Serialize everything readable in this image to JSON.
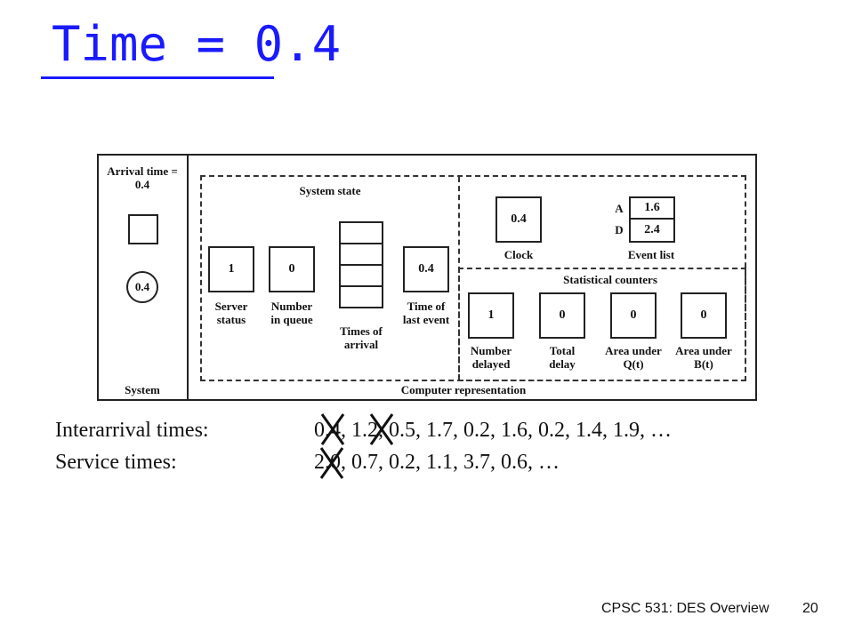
{
  "slide": {
    "title": "Time = 0.4",
    "footer_course": "CPSC 531: DES Overview",
    "page_number": "20"
  },
  "diagram": {
    "system": {
      "arrival_label": "Arrival time = 0.4",
      "arriving_customer": "0.4",
      "label": "System"
    },
    "computer": {
      "label": "Computer representation",
      "system_state_label": "System state",
      "server_status": "1",
      "server_status_label": "Server status",
      "number_in_queue": "0",
      "number_in_queue_label": "Number in queue",
      "times_of_arrival_label": "Times of arrival",
      "time_of_last_event": "0.4",
      "time_of_last_event_label": "Time of last event",
      "clock": "0.4",
      "clock_label": "Clock",
      "event_list_label": "Event list",
      "event_list": [
        {
          "key": "A",
          "value": "1.6"
        },
        {
          "key": "D",
          "value": "2.4"
        }
      ],
      "statistical_counters_label": "Statistical counters",
      "number_delayed": "1",
      "number_delayed_label": "Number delayed",
      "total_delay": "0",
      "total_delay_label": "Total delay",
      "area_q": "0",
      "area_q_label": "Area under Q(t)",
      "area_b": "0",
      "area_b_label": "Area under B(t)"
    }
  },
  "sequences": {
    "interarrival_label": "Interarrival times:",
    "interarrival_values": "0.4, 1.2, 0.5, 1.7, 0.2, 1.6, 0.2, 1.4, 1.9, …",
    "service_label": "Service times:",
    "service_values": "2.0, 0.7, 0.2, 1.1, 3.7, 0.6, …"
  }
}
